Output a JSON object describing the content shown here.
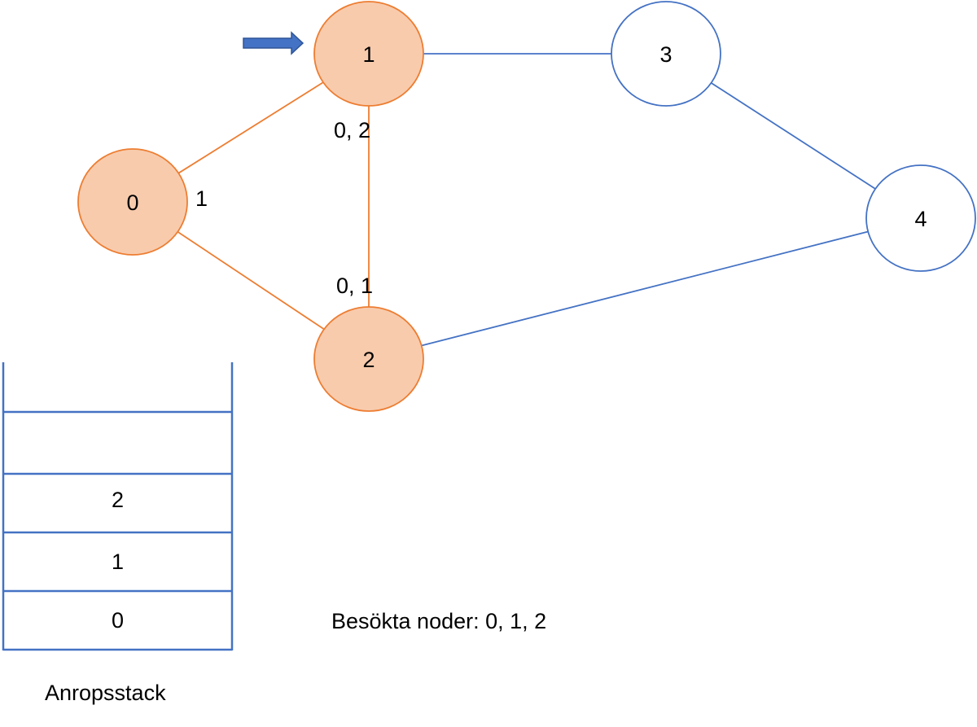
{
  "graph": {
    "nodes": [
      {
        "id": "0",
        "label": "0",
        "visited": true
      },
      {
        "id": "1",
        "label": "1",
        "visited": true,
        "current": true
      },
      {
        "id": "2",
        "label": "2",
        "visited": true
      },
      {
        "id": "3",
        "label": "3",
        "visited": false
      },
      {
        "id": "4",
        "label": "4",
        "visited": false
      }
    ],
    "edges": [
      {
        "from": "0",
        "to": "1",
        "traversed": true
      },
      {
        "from": "0",
        "to": "2",
        "traversed": true
      },
      {
        "from": "1",
        "to": "2",
        "traversed": true
      },
      {
        "from": "1",
        "to": "3",
        "traversed": false
      },
      {
        "from": "3",
        "to": "4",
        "traversed": false
      },
      {
        "from": "2",
        "to": "4",
        "traversed": false
      }
    ],
    "neighbor_notes": {
      "node0": "1",
      "node1": "0, 2",
      "node2": "0, 1"
    }
  },
  "stack": {
    "caption": "Anropsstack",
    "cells": [
      "",
      "2",
      "1",
      "0"
    ]
  },
  "visited_text": "Besökta noder: 0, 1, 2",
  "colors": {
    "visited_fill": "#f8cbad",
    "visited_stroke": "#ed7d31",
    "unvisited_fill": "#ffffff",
    "unvisited_stroke": "#4472c4",
    "arrow": "#4472c4",
    "stack_line": "#4472c4"
  }
}
